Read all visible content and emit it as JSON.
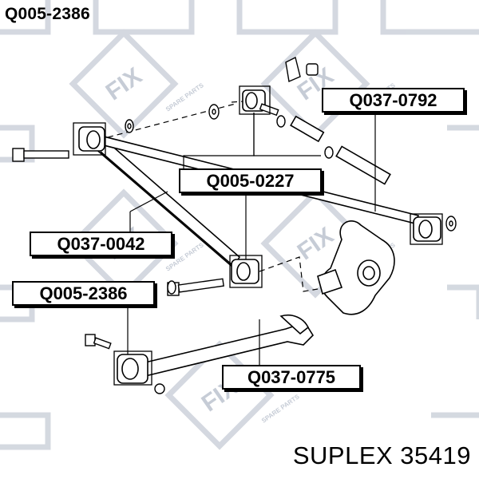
{
  "header": {
    "code": "Q005-2386"
  },
  "footer": {
    "brand_part": "SUPLEX 35419"
  },
  "watermark": {
    "logo": "FIX",
    "tagline": "SPARE PARTS"
  },
  "callouts": [
    {
      "id": "q037-0792",
      "code": "Q037-0792"
    },
    {
      "id": "q005-0227",
      "code": "Q005-0227"
    },
    {
      "id": "q037-0042",
      "code": "Q037-0042"
    },
    {
      "id": "q005-2386",
      "code": "Q005-2386"
    },
    {
      "id": "q037-0775",
      "code": "Q037-0775"
    }
  ],
  "colors": {
    "ink": "#000000",
    "watermark": "#cfd3dc",
    "paper": "#ffffff"
  }
}
